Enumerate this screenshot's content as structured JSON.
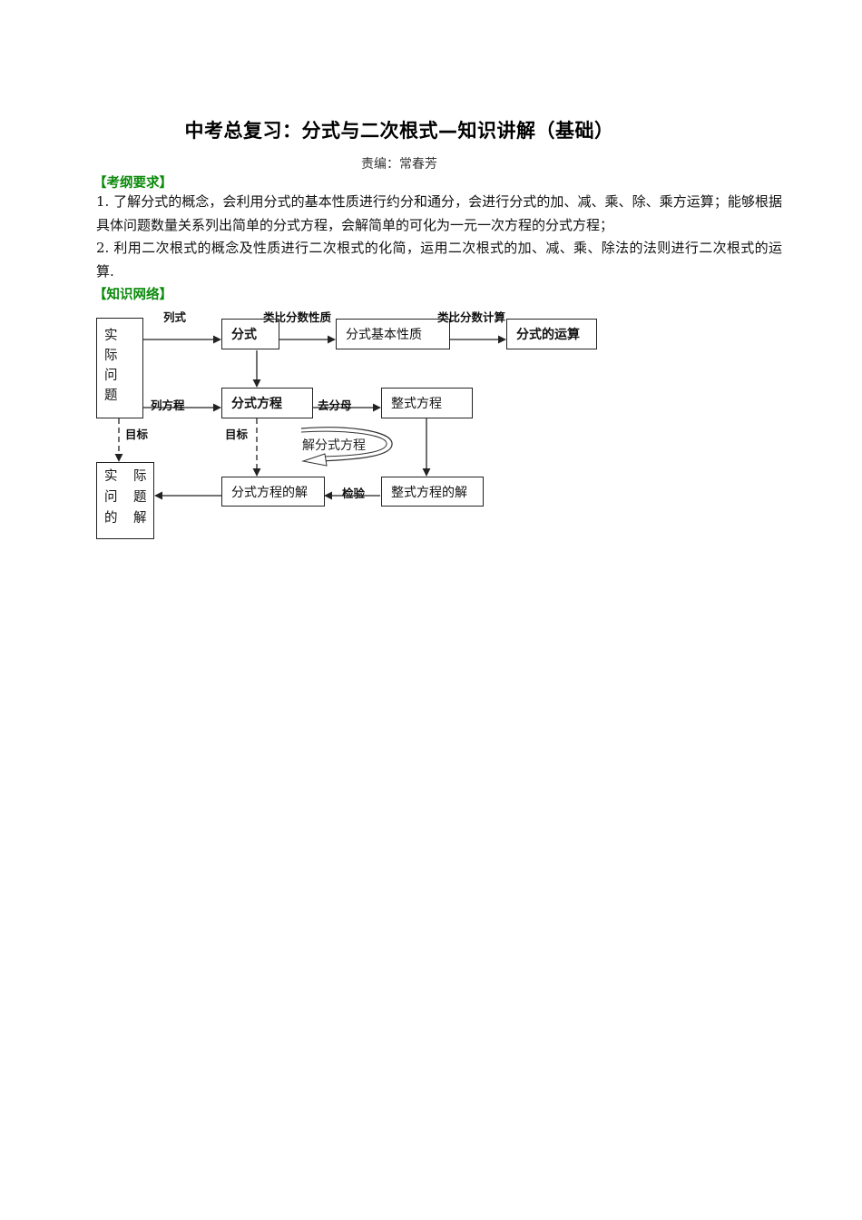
{
  "document": {
    "title": "中考总复习：分式与二次根式—知识讲解（基础）",
    "editor": "责编：常春芳"
  },
  "sections": [
    {
      "heading": "【考纲要求】",
      "paragraphs": [
        "1. 了解分式的概念，会利用分式的基本性质进行约分和通分，会进行分式的加、减、乘、除、乘方运算；能够根据具体问题数量关系列出简单的分式方程，会解简单的可化为一元一次方程的分式方程；",
        "2. 利用二次根式的概念及性质进行二次根式的化简，运用二次根式的加、减、乘、除法的法则进行二次根式的运算."
      ]
    },
    {
      "heading": "【知识网络】"
    }
  ],
  "diagram": {
    "nodes": {
      "real_problem": "实际问题",
      "fraction": "分式",
      "fraction_basic_property": "分式基本性质",
      "fraction_operations": "分式的运算",
      "fractional_equation": "分式方程",
      "integral_equation": "整式方程",
      "fractional_equation_solution": "分式方程的解",
      "integral_equation_solution": "整式方程的解",
      "real_problem_solution": [
        "实",
        "际",
        "问",
        "题",
        "的",
        "解"
      ]
    },
    "edges": {
      "list_expression": "列式",
      "analogy_fraction_property": "类比分数性质",
      "analogy_fraction_calc": "类比分数计算",
      "list_equation": "列方程",
      "remove_denominator": "去分母",
      "goal_left": "目标",
      "goal_right": "目标",
      "verify": "检验",
      "solve_loop": "解分式方程"
    },
    "colors": {
      "line": "#222222",
      "heading_green": "#0a8a0a"
    }
  }
}
